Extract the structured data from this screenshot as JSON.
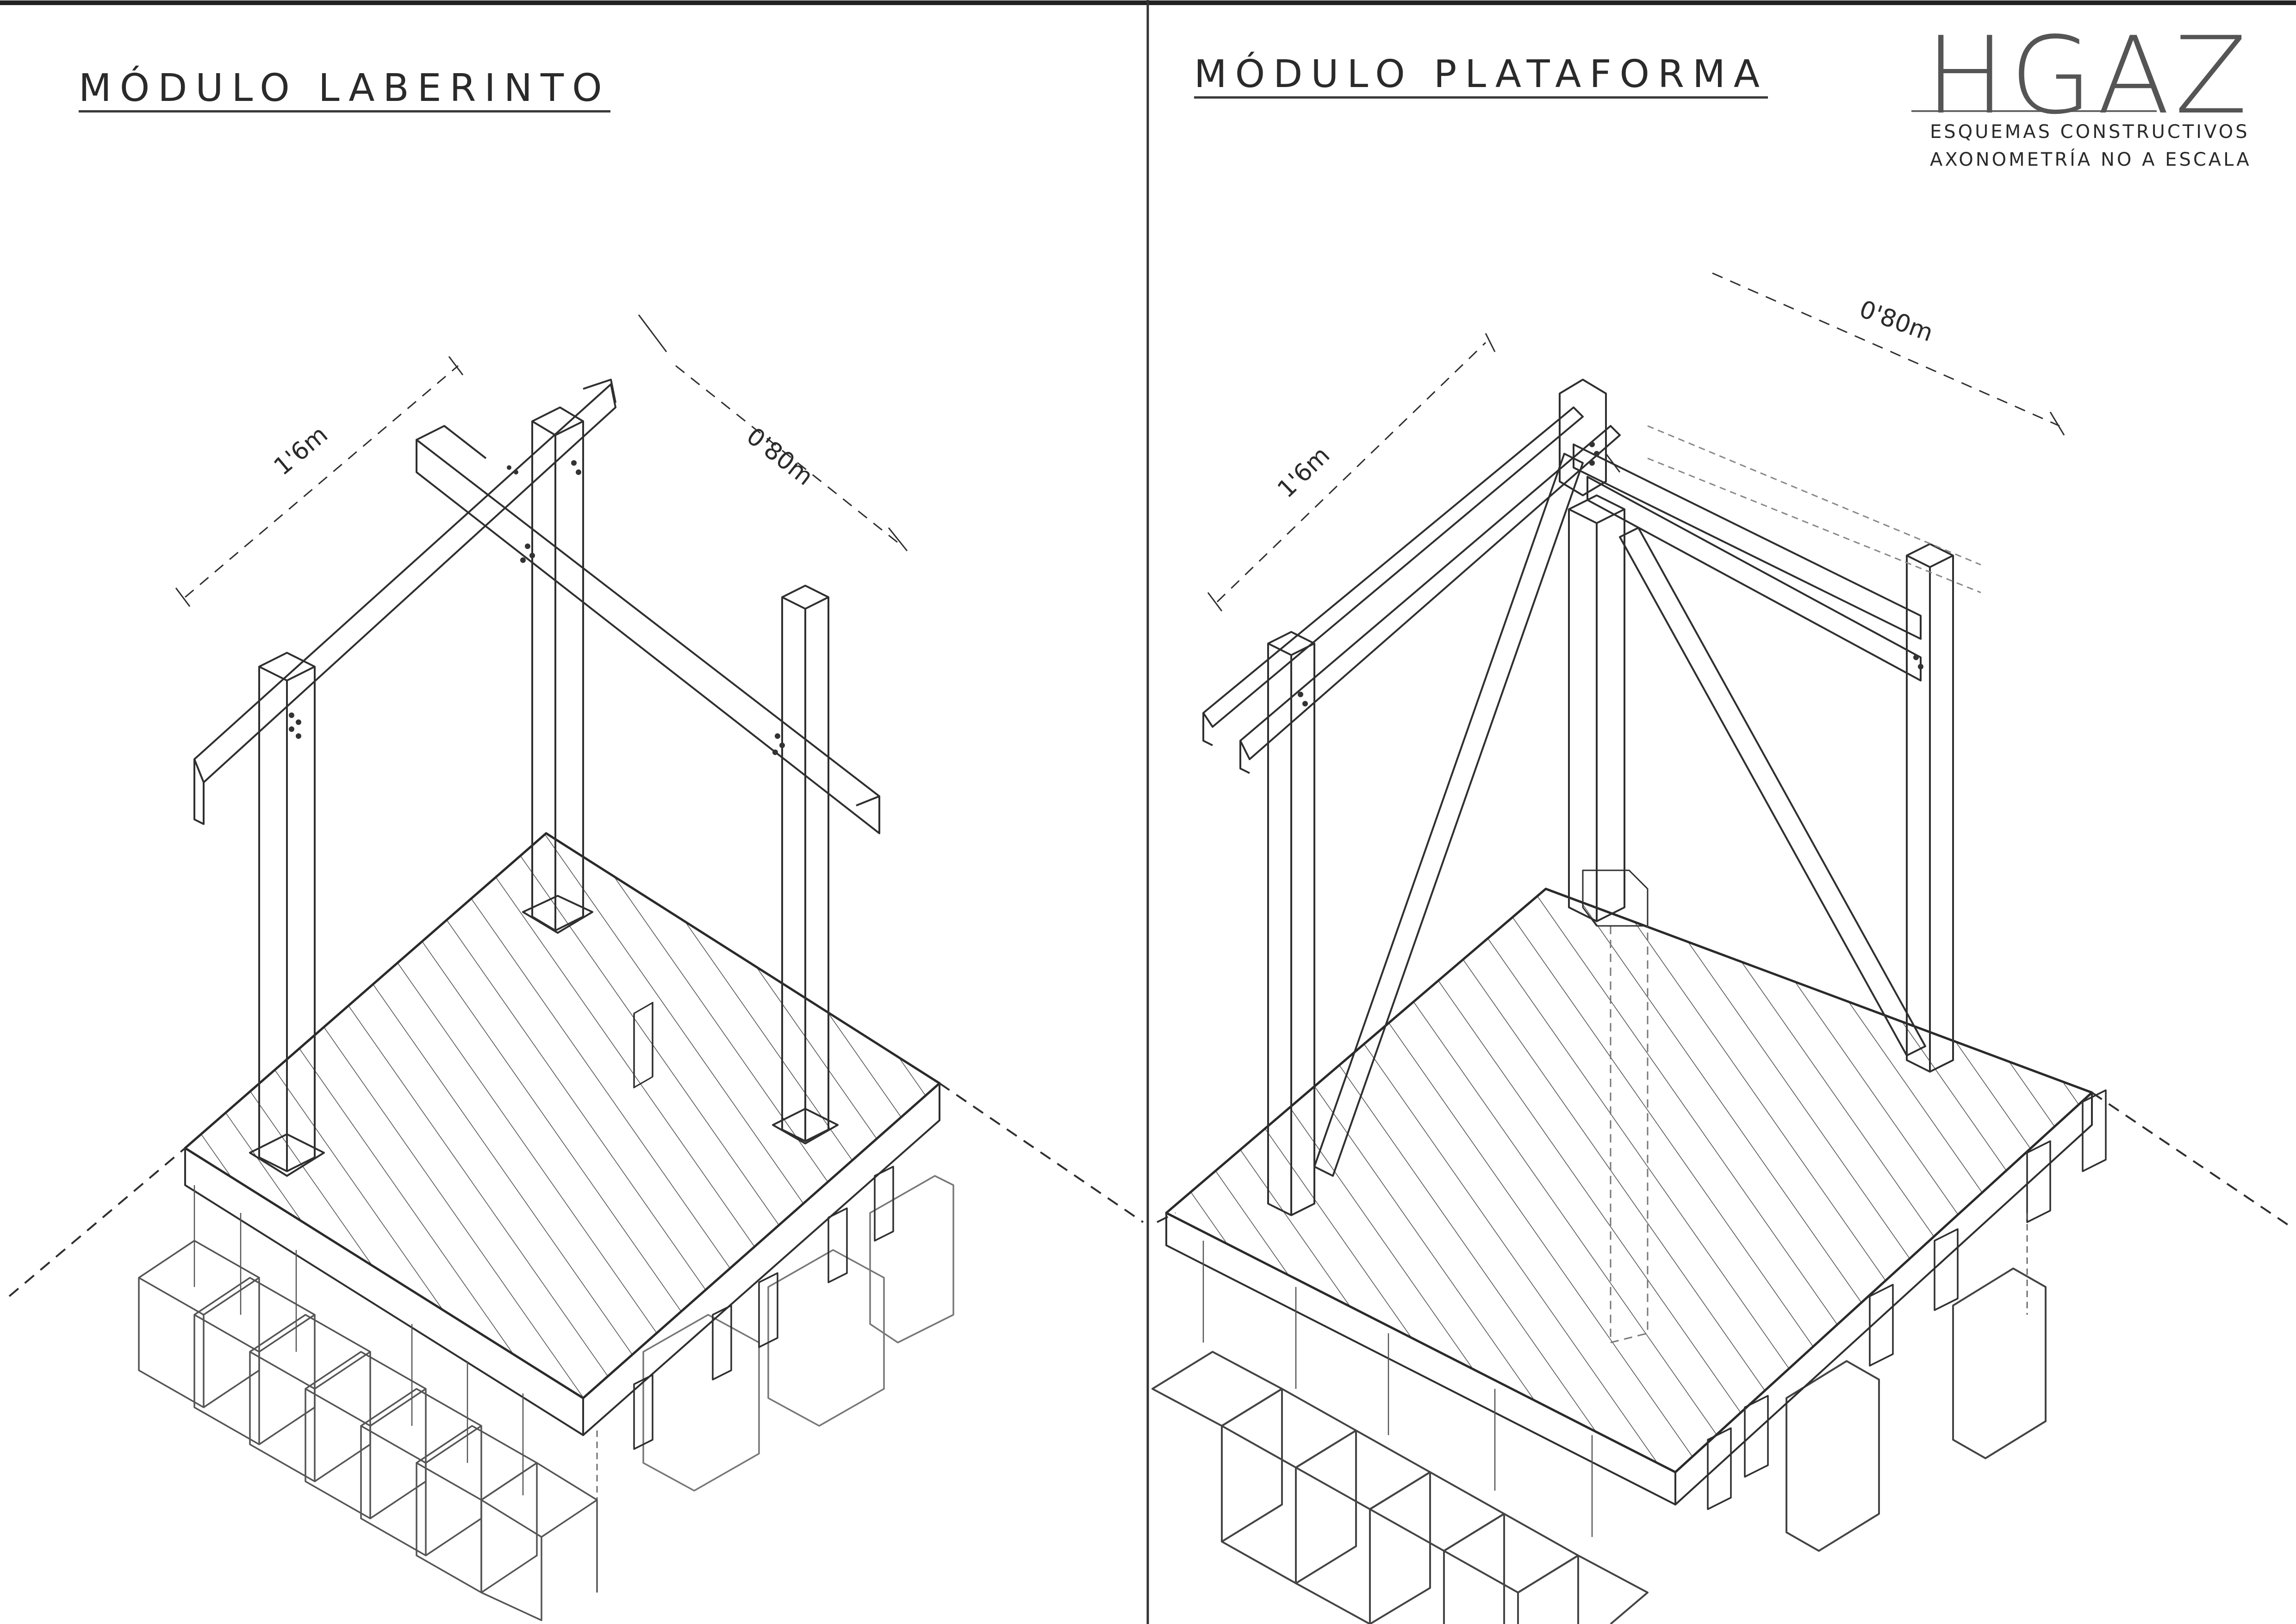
{
  "panels": {
    "left": {
      "title": "MÓDULO LABERINTO",
      "dim_height": "1'6m",
      "dim_width": "0'80m"
    },
    "right": {
      "title": "MÓDULO PLATAFORMA",
      "dim_height": "1'6m",
      "dim_width": "0'80m"
    }
  },
  "header": {
    "logo": "HGAZ",
    "subtitle_1": "ESQUEMAS CONSTRUCTIVOS",
    "subtitle_2": "AXONOMETRÍA NO A ESCALA"
  },
  "colors": {
    "ink": "#2a2a2a",
    "paper": "#ffffff",
    "faint": "#8a8a8a"
  }
}
